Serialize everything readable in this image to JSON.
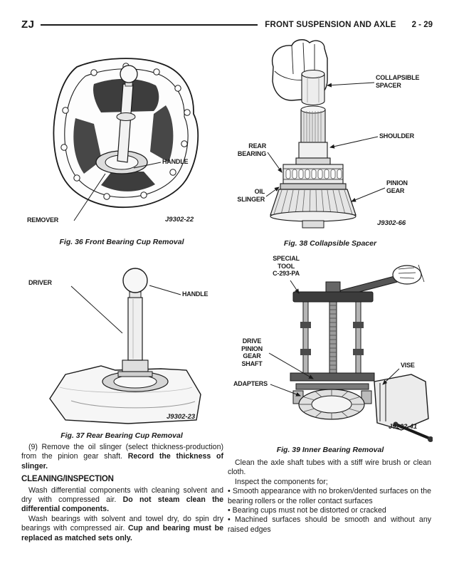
{
  "colors": {
    "ink": "#1a1a1a",
    "paper": "#ffffff"
  },
  "header": {
    "model": "ZJ",
    "section": "FRONT SUSPENSION AND AXLE",
    "page": "2 - 29"
  },
  "figures": {
    "fig36": {
      "caption": "Fig. 36 Front Bearing Cup Removal",
      "labels": {
        "handle": "HANDLE",
        "remover": "REMOVER",
        "ref": "J9302-22"
      }
    },
    "fig38": {
      "caption": "Fig. 38 Collapsible Spacer",
      "labels": {
        "collapsible_spacer": "COLLAPSIBLE\nSPACER",
        "shoulder": "SHOULDER",
        "rear_bearing": "REAR\nBEARING",
        "oil_slinger": "OIL\nSLINGER",
        "pinion_gear": "PINION\nGEAR",
        "ref": "J9302-66"
      }
    },
    "fig37": {
      "caption": "Fig. 37 Rear Bearing Cup Removal",
      "labels": {
        "driver": "DRIVER",
        "handle": "HANDLE",
        "ref": "J9302-23"
      }
    },
    "fig39": {
      "caption": "Fig. 39 Inner Bearing Removal",
      "labels": {
        "special_tool": "SPECIAL\nTOOL\nC-293-PA",
        "drive_pinion": "DRIVE\nPINION\nGEAR\nSHAFT",
        "adapters": "ADAPTERS",
        "vise": "VISE",
        "ref": "J9202-41"
      }
    }
  },
  "left_column": {
    "step9": {
      "normal": "(9) Remove the oil slinger (select thickness-production) from the pinion gear shaft. ",
      "bold": "Record the thickness of slinger."
    },
    "heading": "CLEANING/INSPECTION",
    "para1": {
      "normal": "Wash differential components with cleaning solvent and dry with compressed air. ",
      "bold": "Do not steam clean the differential components."
    },
    "para2": {
      "normal": "Wash bearings with solvent and towel dry, do spin dry bearings with compressed air. ",
      "bold": "Cup and bearing must be replaced as matched sets only."
    }
  },
  "right_column": {
    "para1": "Clean the axle shaft tubes with a stiff wire brush or clean cloth.",
    "para2": "Inspect the components for;",
    "bullet_glyph": "• ",
    "bullets": [
      "Smooth appearance with no broken/dented surfaces on the bearing rollers or the roller contact surfaces",
      "Bearing cups must not be distorted or cracked",
      "Machined surfaces should be smooth and without any raised edges"
    ]
  }
}
